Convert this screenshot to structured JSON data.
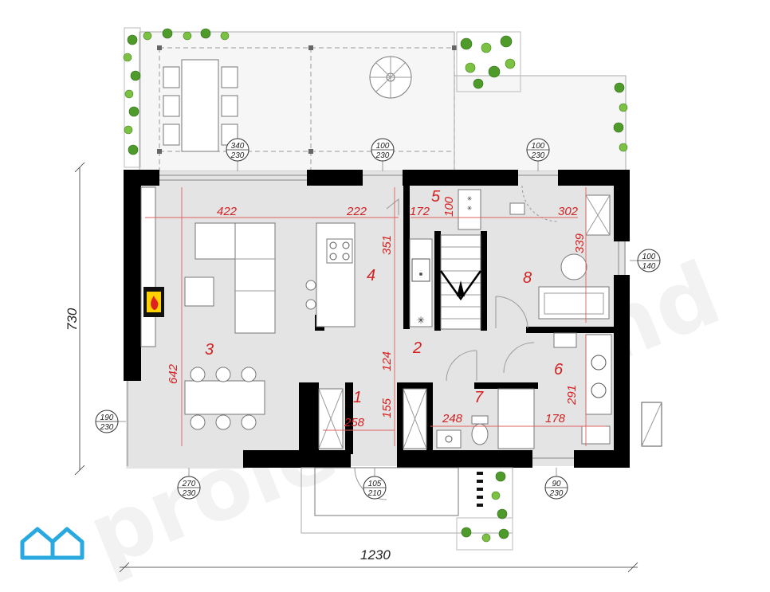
{
  "watermark": "proiectari.md",
  "rooms": [
    {
      "id": "1",
      "label": "1"
    },
    {
      "id": "2",
      "label": "2"
    },
    {
      "id": "3",
      "label": "3"
    },
    {
      "id": "4",
      "label": "4"
    },
    {
      "id": "5",
      "label": "5"
    },
    {
      "id": "6",
      "label": "6"
    },
    {
      "id": "7",
      "label": "7"
    },
    {
      "id": "8",
      "label": "8"
    }
  ],
  "dimensions": {
    "d422": "422",
    "d222": "222",
    "d172": "172",
    "d100": "100",
    "d302": "302",
    "d351": "351",
    "d339": "339",
    "d642": "642",
    "d124": "124",
    "d155": "155",
    "d258": "258",
    "d248": "248",
    "d178": "178",
    "d291": "291"
  },
  "openings": [
    {
      "id": "o1",
      "top": "340",
      "bottom": "230"
    },
    {
      "id": "o2",
      "top": "100",
      "bottom": "230"
    },
    {
      "id": "o3",
      "top": "100",
      "bottom": "230"
    },
    {
      "id": "o4",
      "top": "100",
      "bottom": "140"
    },
    {
      "id": "o5",
      "top": "190",
      "bottom": "230"
    },
    {
      "id": "o6",
      "top": "270",
      "bottom": "230"
    },
    {
      "id": "o7",
      "top": "105",
      "bottom": "210"
    },
    {
      "id": "o8",
      "top": "90",
      "bottom": "230"
    }
  ],
  "overall": {
    "width": "1230",
    "height": "730"
  },
  "colors": {
    "wall": "#000000",
    "floor": "#e4e4e4",
    "dimension": "#d42020",
    "plant": "#4e9a2a",
    "logo": "#2aa8e0"
  },
  "icons": [
    "fireplace-icon",
    "stove-icon",
    "sink-icon",
    "toilet-icon",
    "spiral-stair-icon",
    "house-logo-icon"
  ]
}
